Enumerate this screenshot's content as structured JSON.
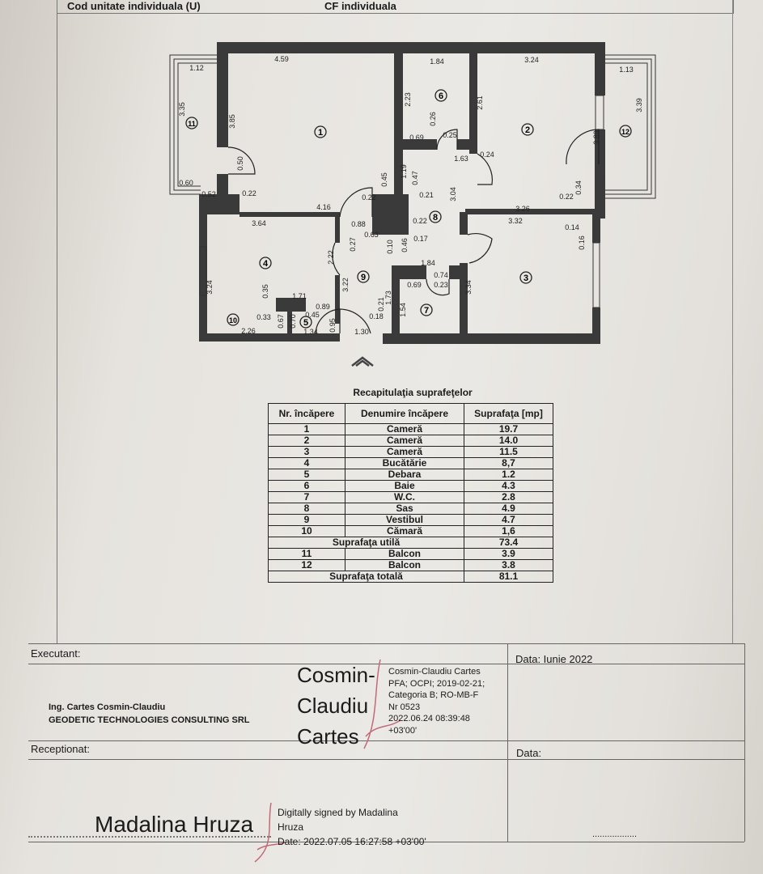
{
  "header": {
    "cod_label": "Cod unitate individuala (U)",
    "cf_label": "CF individuala"
  },
  "plan": {
    "rooms": [
      "1",
      "2",
      "3",
      "4",
      "5",
      "6",
      "7",
      "8",
      "9",
      "10",
      "11",
      "12"
    ],
    "dims": [
      "4.59",
      "1.12",
      "3.35",
      "3.85",
      "0.50",
      "0.60",
      "0.52",
      "0.22",
      "4.16",
      "0.45",
      "0.22",
      "1.84",
      "2.23",
      "0.26",
      "0.69",
      "0.25",
      "3.24",
      "2.61",
      "1.13",
      "3.39",
      "3.89",
      "1.63",
      "0.24",
      "1.19",
      "0.47",
      "0.21",
      "3.04",
      "0.34",
      "0.22",
      "3.26",
      "3.32",
      "0.14",
      "0.16",
      "3.64",
      "0.88",
      "0.22",
      "0.27",
      "0.63",
      "0.10",
      "0.46",
      "0.17",
      "2.22",
      "3.22",
      "1.84",
      "0.74",
      "0.69",
      "0.23",
      "1.73",
      "3.34",
      "3.24",
      "0.35",
      "1.71",
      "0.89",
      "0.45",
      "0.33",
      "0.67",
      "0.70",
      "0.95",
      "0.21",
      "1.54",
      "0.18",
      "2.26",
      "1.34",
      "1.30"
    ],
    "entrance_icon": "chevron-up-icon",
    "wall_color": "#3a3a3a"
  },
  "table": {
    "title": "Recapitulaţia suprafeţelor",
    "headers": [
      "Nr. încăpere",
      "Denumire încăpere",
      "Suprafaţa [mp]"
    ],
    "rows": [
      [
        "1",
        "Cameră",
        "19.7"
      ],
      [
        "2",
        "Cameră",
        "14.0"
      ],
      [
        "3",
        "Cameră",
        "11.5"
      ],
      [
        "4",
        "Bucătărie",
        "8,7"
      ],
      [
        "5",
        "Debara",
        "1.2"
      ],
      [
        "6",
        "Baie",
        "4.3"
      ],
      [
        "7",
        "W.C.",
        "2.8"
      ],
      [
        "8",
        "Sas",
        "4.9"
      ],
      [
        "9",
        "Vestibul",
        "4.7"
      ],
      [
        "10",
        "Cămară",
        "1,6"
      ]
    ],
    "util_label": "Suprafaţa utilă",
    "util_value": "73.4",
    "balcony_rows": [
      [
        "11",
        "Balcon",
        "3.9"
      ],
      [
        "12",
        "Balcon",
        "3.8"
      ]
    ],
    "total_label": "Suprafaţa totală",
    "total_value": "81.1"
  },
  "signature": {
    "executant_label": "Executant:",
    "data_label": "Data: Iunie 2022",
    "engineer": "Ing. Cartes Cosmin-Claudiu",
    "company": "GEODETIC TECHNOLOGIES CONSULTING SRL",
    "signer_name_lines": [
      "Cosmin-",
      "Claudiu",
      "Cartes"
    ],
    "signer_details": [
      "Cosmin-Claudiu Cartes",
      "PFA; OCPI; 2019-02-21;",
      "Categoria B; RO-MB-F",
      "Nr 0523",
      "2022.06.24 08:39:48",
      "+03'00'"
    ],
    "receptionat_label": "Receptionat:",
    "data2_label": "Data:",
    "receiver_name": "Madalina Hruza",
    "receiver_details": [
      "Digitally signed by Madalina",
      "Hruza",
      "Date: 2022.07.05 16:27:58 +03'00'"
    ],
    "dotted": "..................",
    "signature_color": "#c26a78"
  }
}
